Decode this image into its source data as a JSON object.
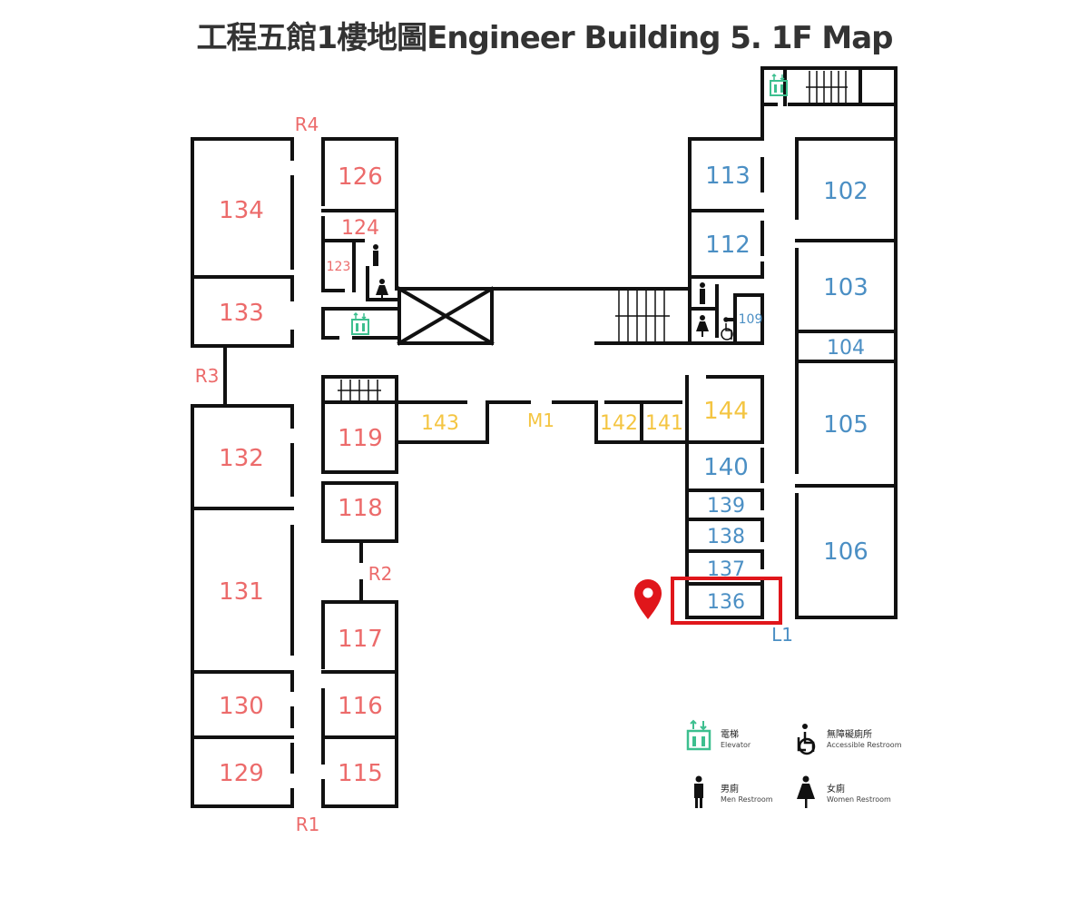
{
  "title": "工程五館1樓地圖Engineer Building 5. 1F Map",
  "colors": {
    "west_rooms": "#ec6b6b",
    "east_rooms": "#4b8fc4",
    "middle_rooms": "#f4c542",
    "elevator": "#3dbf8f",
    "highlight": "#e0161b"
  },
  "rooms": {
    "r134": "134",
    "r133": "133",
    "r132": "132",
    "r131": "131",
    "r130": "130",
    "r129": "129",
    "r126": "126",
    "r124": "124",
    "r123": "123",
    "r119": "119",
    "r118": "118",
    "r117": "117",
    "r116": "116",
    "r115": "115",
    "r143": "143",
    "r142": "142",
    "r141": "141",
    "r144": "144",
    "r113": "113",
    "r112": "112",
    "r109": "109",
    "r140": "140",
    "r139": "139",
    "r138": "138",
    "r137": "137",
    "r136": "136",
    "r102": "102",
    "r103": "103",
    "r104": "104",
    "r105": "105",
    "r106": "106"
  },
  "entrances": {
    "R1": "R1",
    "R2": "R2",
    "R3": "R3",
    "R4": "R4",
    "M1": "M1",
    "L1": "L1"
  },
  "highlighted_room": "136",
  "legend": {
    "elevator": {
      "zh": "電梯",
      "en": "Elevator"
    },
    "accessible": {
      "zh": "無障礙廁所",
      "en": "Accessible Restroom"
    },
    "men": {
      "zh": "男廁",
      "en": "Men Restroom"
    },
    "women": {
      "zh": "女廁",
      "en": "Women Restroom"
    }
  }
}
